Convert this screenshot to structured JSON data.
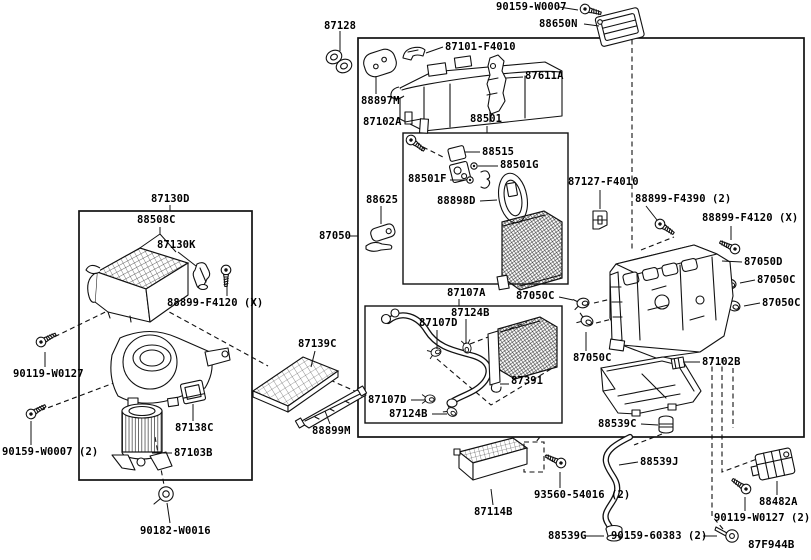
{
  "diagram": {
    "figure_code": "87F944B",
    "background": "#ffffff",
    "ink": "#111111",
    "labels": [
      {
        "text": "87128"
      },
      {
        "text": "90159-W0007"
      },
      {
        "text": "88650N"
      },
      {
        "text": "87101-F4010"
      },
      {
        "text": "88897M"
      },
      {
        "text": "87611A"
      },
      {
        "text": "87102A"
      },
      {
        "text": "88501"
      },
      {
        "text": "88515"
      },
      {
        "text": "88501G"
      },
      {
        "text": "88501F"
      },
      {
        "text": "87127-F4010"
      },
      {
        "text": "88625"
      },
      {
        "text": "88898D"
      },
      {
        "text": "88899-F4390 (2)"
      },
      {
        "text": "88899-F4120 (X)"
      },
      {
        "text": "87050D"
      },
      {
        "text": "87050C"
      },
      {
        "text": "87050C"
      },
      {
        "text": "87050"
      },
      {
        "text": "87130D"
      },
      {
        "text": "88508C"
      },
      {
        "text": "87130K"
      },
      {
        "text": "88899-F4120 (X)"
      },
      {
        "text": "90119-W0127"
      },
      {
        "text": "90159-W0007 (2)"
      },
      {
        "text": "87138C"
      },
      {
        "text": "87103B"
      },
      {
        "text": "87139C"
      },
      {
        "text": "88899M"
      },
      {
        "text": "87107A"
      },
      {
        "text": "87124B"
      },
      {
        "text": "87107D"
      },
      {
        "text": "87050C"
      },
      {
        "text": "87050C"
      },
      {
        "text": "87107D"
      },
      {
        "text": "87124B"
      },
      {
        "text": "87391"
      },
      {
        "text": "87102B"
      },
      {
        "text": "88539C"
      },
      {
        "text": "88539J"
      },
      {
        "text": "93560-54016 (2)"
      },
      {
        "text": "87114B"
      },
      {
        "text": "88539G"
      },
      {
        "text": "90159-60383 (2)"
      },
      {
        "text": "90119-W0127 (2)"
      },
      {
        "text": "88482A"
      },
      {
        "text": "90182-W0016"
      }
    ]
  }
}
